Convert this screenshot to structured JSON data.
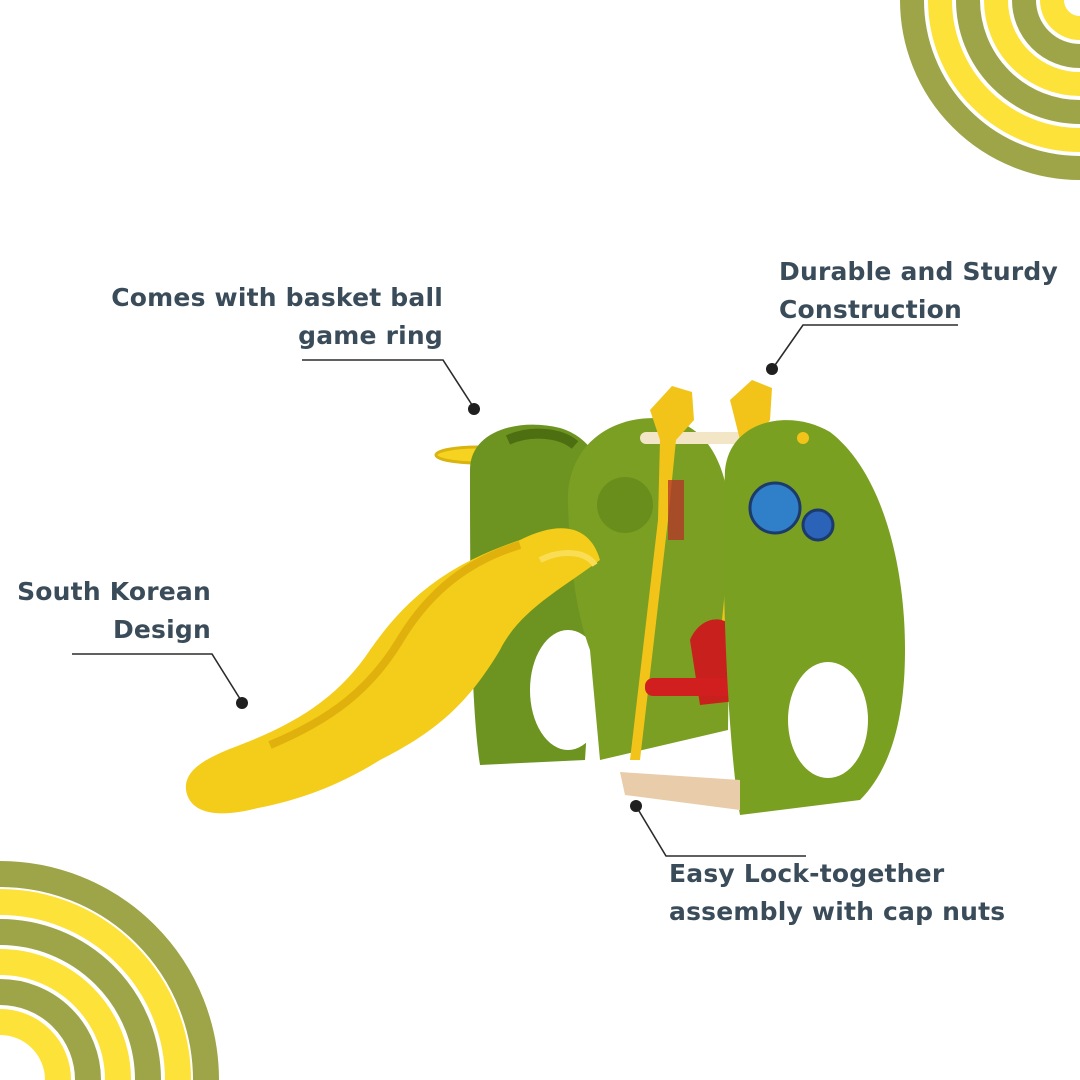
{
  "callouts": {
    "basketball": {
      "line1": "Comes with basket ball",
      "line2": "game ring"
    },
    "durable": {
      "line1": "Durable and Sturdy",
      "line2": "Construction"
    },
    "design": {
      "line1": "South Korean",
      "line2": "Design"
    },
    "assembly": {
      "line1": "Easy Lock-together",
      "line2": "assembly with cap nuts"
    }
  },
  "colors": {
    "text": "#3a4b59",
    "olive": "#9ea548",
    "yellow": "#fde23a",
    "slide_yellow": "#f4cc1a",
    "frame_green": "#7a9f22"
  },
  "icons": {
    "decoration": "concentric-arc-swirl",
    "product": "slide-swing-playset"
  }
}
